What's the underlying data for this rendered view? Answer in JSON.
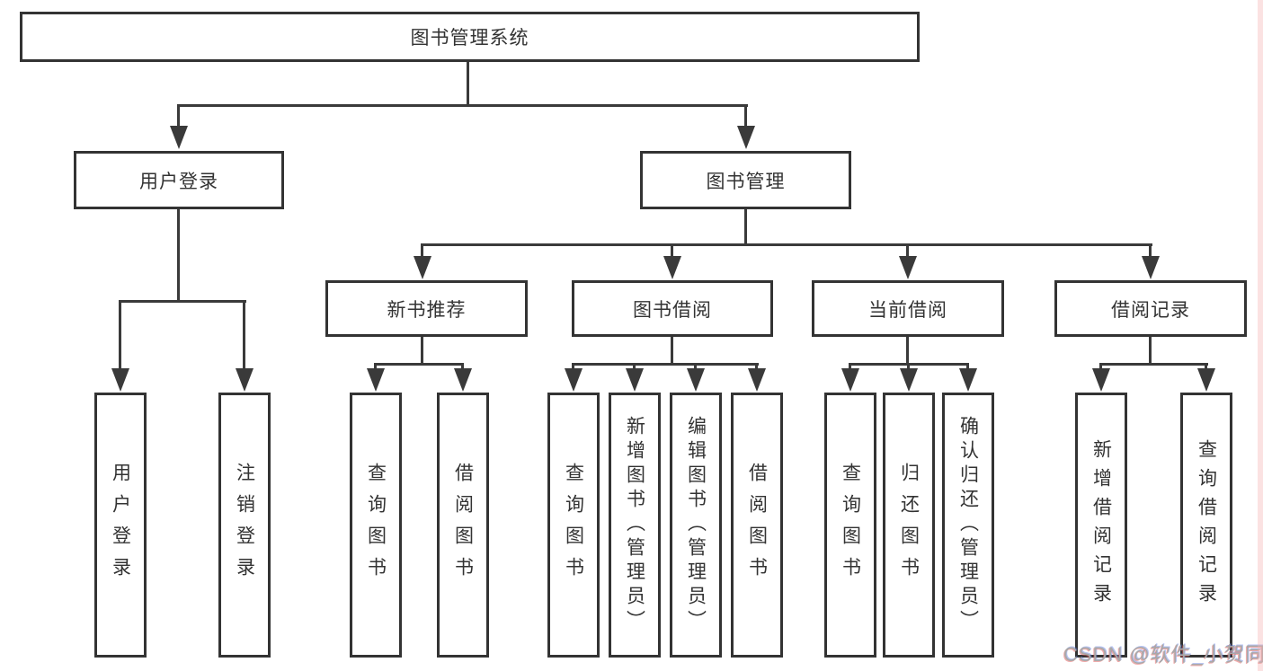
{
  "diagram": {
    "tree": {
      "root": {
        "label": "图书管理系统"
      },
      "children": [
        {
          "label": "用户登录",
          "children": [
            {
              "label": "用户登录"
            },
            {
              "label": "注销登录"
            }
          ]
        },
        {
          "label": "图书管理",
          "children": [
            {
              "label": "新书推荐",
              "children": [
                {
                  "label": "查询图书"
                },
                {
                  "label": "借阅图书"
                }
              ]
            },
            {
              "label": "图书借阅",
              "children": [
                {
                  "label": "查询图书"
                },
                {
                  "label": "新增图书（管理员）"
                },
                {
                  "label": "编辑图书（管理员）"
                },
                {
                  "label": "借阅图书"
                }
              ]
            },
            {
              "label": "当前借阅",
              "children": [
                {
                  "label": "查询图书"
                },
                {
                  "label": "归还图书"
                },
                {
                  "label": "确认归还（管理员）"
                }
              ]
            },
            {
              "label": "借阅记录",
              "children": [
                {
                  "label": "新增借阅记录"
                },
                {
                  "label": "查询借阅记录"
                }
              ]
            }
          ]
        }
      ]
    }
  },
  "watermark": {
    "text": "CSDN @软件_小贺同学"
  },
  "colors": {
    "line": "#3a3a3a",
    "box_border": "#333333",
    "box_fill": "#ffffff",
    "text": "#333333",
    "watermark_text": "#a9a9a9",
    "background": "#ffffff",
    "right_edge_tint": "#f4b2b2"
  }
}
